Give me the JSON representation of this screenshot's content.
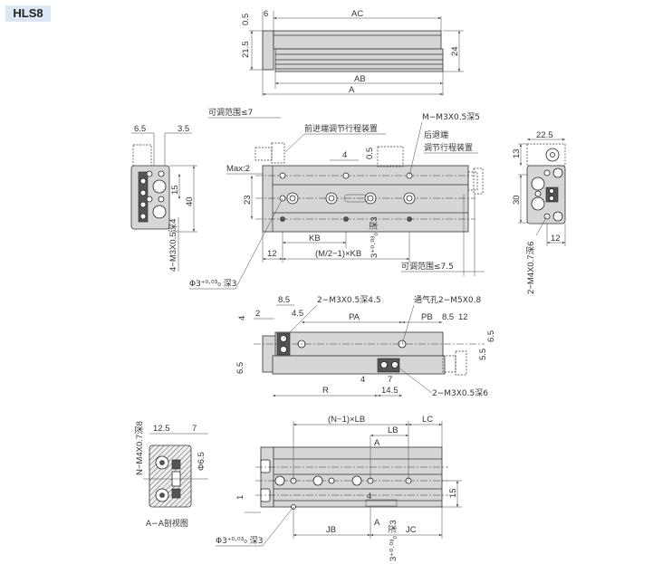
{
  "model": "HLS8",
  "colors": {
    "tag_bg": "#dbe7f3",
    "body_fill": "#d6d6d6",
    "line": "#333333"
  },
  "top_view": {
    "dims": {
      "d0_5": "0.5",
      "d6": "6",
      "AC": "AC",
      "d21_5": "21.5",
      "d24": "24",
      "AB": "AB",
      "A": "A"
    }
  },
  "plan_view": {
    "adj_range_front": "可调范围≤7",
    "front_adjuster": "前进端调节行程装置",
    "tap_holes": "M−M3X0.5深5",
    "rear_adjuster_1": "后退端",
    "rear_adjuster_2": "调节行程装置",
    "max": "Max:2",
    "d4": "4",
    "d0_5": "0.5",
    "d23": "23",
    "KB": "KB",
    "d12": "12",
    "pitch": "(M/2−1)×KB",
    "pin_hole_v": "3⁺⁰·⁰³₀ 深3",
    "adj_range_rear": "可调范围≤7.5",
    "pin_hole": "Φ3⁺⁰·⁰³₀ 深3"
  },
  "left_end_view": {
    "d6_5": "6.5",
    "d3_5": "3.5",
    "d15": "15",
    "d40": "40",
    "holes": "4−M3X0.5深4"
  },
  "right_end_view": {
    "d22_5": "22.5",
    "d13": "13",
    "d30": "30",
    "d12": "12",
    "holes": "2−M4X0.7深6"
  },
  "side_view": {
    "d8_5": "8.5",
    "d4": "4",
    "d2": "2",
    "d4_5": "4.5",
    "holes_top": "2−M3X0.5深4.5",
    "air_port": "通气孔2−M5X0.8",
    "PA": "PA",
    "PB": "PB",
    "d8_5b": "8.5",
    "d12": "12",
    "d6_5": "6.5",
    "d6_5b": "6.5",
    "d5_5": "5.5",
    "d4b": "4",
    "d7": "7",
    "R": "R",
    "d14_5": "14.5",
    "holes_bottom": "2−M3X0.5深6"
  },
  "section_view": {
    "holes": "N−M4X0.7深8",
    "d12_5": "12.5",
    "d7": "7",
    "dia": "Φ6.5",
    "caption": "A−A剖视图"
  },
  "bottom_view": {
    "pitch": "(N−1)×LB",
    "LC": "LC",
    "LB": "LB",
    "A_top": "A",
    "d15": "15",
    "d4": "4",
    "d1": "1",
    "JB": "JB",
    "A_bot": "A",
    "JC": "JC",
    "pin_hole": "Φ3⁺⁰·⁰³₀ 深3",
    "pin_hole_v": "3⁺⁰·⁰³₀ 深3"
  }
}
